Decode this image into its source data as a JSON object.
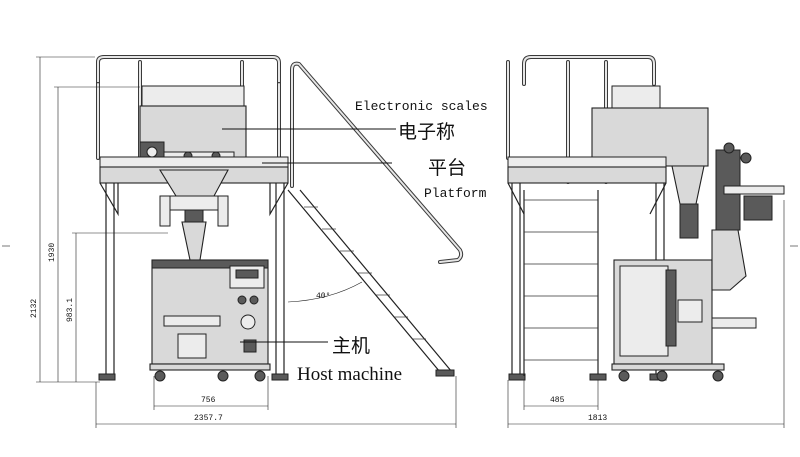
{
  "labels": {
    "electronic_scales": "Electronic scales",
    "electronic_scales_cn": "电子称",
    "platform_cn": "平台",
    "platform": "Platform",
    "host_machine_cn": "主机",
    "host_machine": "Host machine"
  },
  "dimensions": {
    "total_height": "2132",
    "platform_height": "1930",
    "host_height": "983.1",
    "host_width": "756",
    "total_width_front": "2357.7",
    "ladder_angle": "40°",
    "side_ladder_width": "485",
    "total_width_side": "1813"
  }
}
